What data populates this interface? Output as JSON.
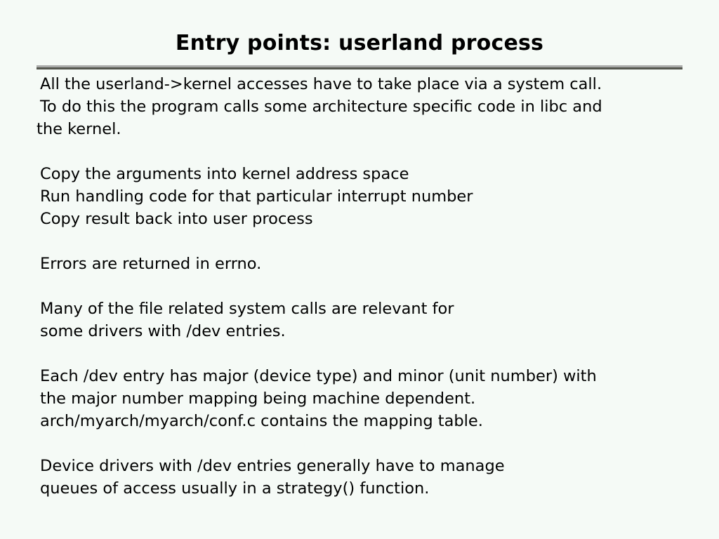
{
  "slide": {
    "title": "Entry points: userland process",
    "background_color": "#f5faf6",
    "text_color": "#000000",
    "rule": {
      "highlight_color": "#a9aaa9",
      "shadow_color": "#55574f"
    },
    "blocks": [
      {
        "id": "syscall-intro",
        "lines": [
          {
            "text": "All the userland->kernel accesses have to take place via a system call.",
            "indent": true
          },
          {
            "text": "To do this the program calls some architecture specific code in libc and",
            "indent": true
          },
          {
            "text": "the kernel.",
            "indent": false
          }
        ]
      },
      {
        "id": "syscall-steps",
        "lines": [
          {
            "text": "Copy the arguments into kernel address space",
            "indent": true
          },
          {
            "text": "Run handling code for that particular interrupt number",
            "indent": true
          },
          {
            "text": "Copy result back into user process",
            "indent": true
          }
        ]
      },
      {
        "id": "errors",
        "lines": [
          {
            "text": "Errors are returned in errno.",
            "indent": true
          }
        ]
      },
      {
        "id": "file-syscalls",
        "lines": [
          {
            "text": "Many of the file related system calls are relevant for",
            "indent": true
          },
          {
            "text": "some drivers with /dev entries.",
            "indent": true
          }
        ]
      },
      {
        "id": "dev-entries",
        "lines": [
          {
            "text": "Each /dev entry has major (device type) and minor (unit number) with",
            "indent": true
          },
          {
            "text": "the major number mapping being machine dependent.",
            "indent": true
          },
          {
            "text": "arch/myarch/myarch/conf.c contains the mapping table.",
            "indent": true
          }
        ]
      },
      {
        "id": "device-drivers",
        "lines": [
          {
            "text": "Device drivers with /dev entries generally have to manage",
            "indent": true
          },
          {
            "text": "queues of access usually in a strategy() function.",
            "indent": true
          }
        ]
      }
    ]
  }
}
